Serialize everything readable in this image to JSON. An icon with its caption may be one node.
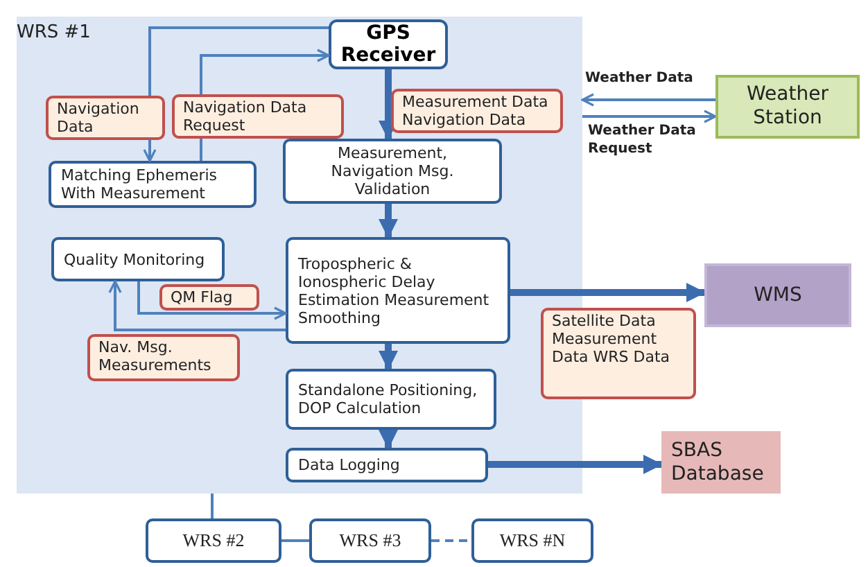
{
  "diagram": {
    "nodes": [
      {
        "text": [
          "WRS #1"
        ]
      },
      {
        "text": [
          "GPS Receiver"
        ],
        "in": 0
      },
      {
        "text": [
          "Matching Ephemeris With Measurement"
        ],
        "in": 0
      },
      {
        "text": [
          "Measurement, Navigation Msg. Validation"
        ],
        "in": 0
      },
      {
        "text": [
          "Quality Monitoring"
        ],
        "in": 0
      },
      {
        "text": [
          "Tropospheric & Ionospheric Delay Estimation Measurement Smoothing"
        ],
        "in": 0
      },
      {
        "text": [
          "Standalone Positioning, DOP Calculation"
        ],
        "in": 0
      },
      {
        "text": [
          "Data Logging"
        ],
        "in": 0
      },
      {
        "text": [
          "Weather Station"
        ]
      },
      {
        "text": [
          "WMS"
        ]
      },
      {
        "text": [
          "SBAS Database"
        ]
      },
      {
        "text": [
          "WRS #2"
        ]
      },
      {
        "text": [
          "WRS #3"
        ]
      },
      {
        "text": [
          "WRS #N"
        ]
      }
    ],
    "edges": [
      {
        "from": 1,
        "to": 2,
        "arrow": "to",
        "label": "Navigation Data"
      },
      {
        "from": 2,
        "to": 1,
        "arrow": "to",
        "label": "Navigation Data Request"
      },
      {
        "from": 1,
        "to": 3,
        "arrow": "to",
        "style": "thick",
        "label": "Measurement Data Navigation Data"
      },
      {
        "from": 3,
        "to": 5,
        "arrow": "to",
        "style": "thick"
      },
      {
        "from": 5,
        "to": 4,
        "arrow": "to",
        "label": "Nav. Msg. Measurements"
      },
      {
        "from": 4,
        "to": 5,
        "arrow": "to",
        "label": "QM Flag"
      },
      {
        "from": 5,
        "to": 6,
        "arrow": "to",
        "style": "thick"
      },
      {
        "from": 6,
        "to": 7,
        "arrow": "to",
        "style": "thick"
      },
      {
        "from": 5,
        "to": 9,
        "arrow": "to",
        "style": "thick",
        "label": "Satellite Data Measurement Data WRS Data"
      },
      {
        "from": 7,
        "to": 10,
        "arrow": "to",
        "style": "thick"
      },
      {
        "from": 8,
        "to": 0,
        "arrow": "to",
        "label": "Weather Data"
      },
      {
        "from": 0,
        "to": 8,
        "arrow": "to",
        "label": "Weather Data Request"
      },
      {
        "from": 0,
        "to": 11,
        "arrow": "none"
      },
      {
        "from": 11,
        "to": 12,
        "arrow": "none"
      },
      {
        "from": 12,
        "to": 13,
        "arrow": "none",
        "style": "dashed"
      }
    ]
  }
}
